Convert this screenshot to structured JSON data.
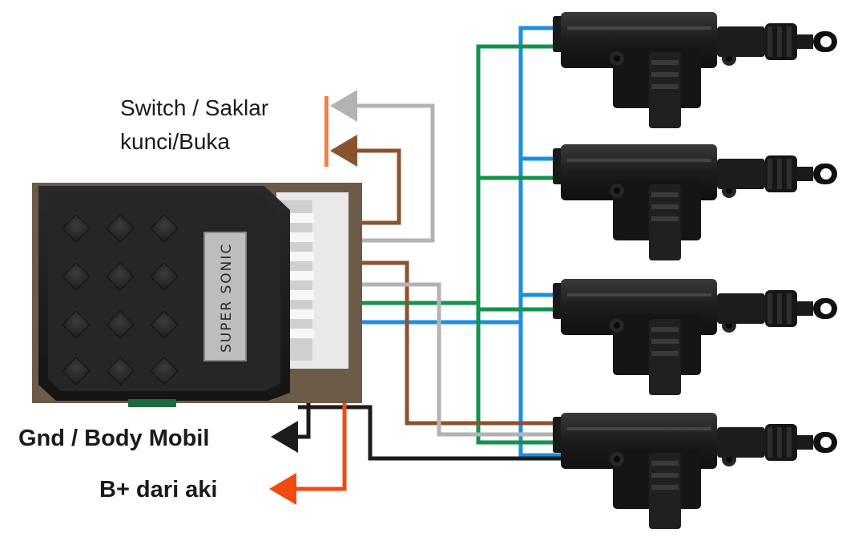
{
  "labels": {
    "switch_line1": "Switch / Saklar",
    "switch_line2": "kunci/Buka",
    "gnd": "Gnd / Body Mobil",
    "bplus": "B+ dari aki",
    "module_brand": "SUPER SONIC"
  },
  "colors": {
    "wire_blue": "#1a8fe0",
    "wire_green": "#12934a",
    "wire_brown": "#8a5330",
    "wire_gray": "#b3b3b3",
    "wire_black": "#1c1c1c",
    "wire_orange": "#f04a12",
    "switch_bar": "#ef7f50"
  },
  "actuators": 4
}
